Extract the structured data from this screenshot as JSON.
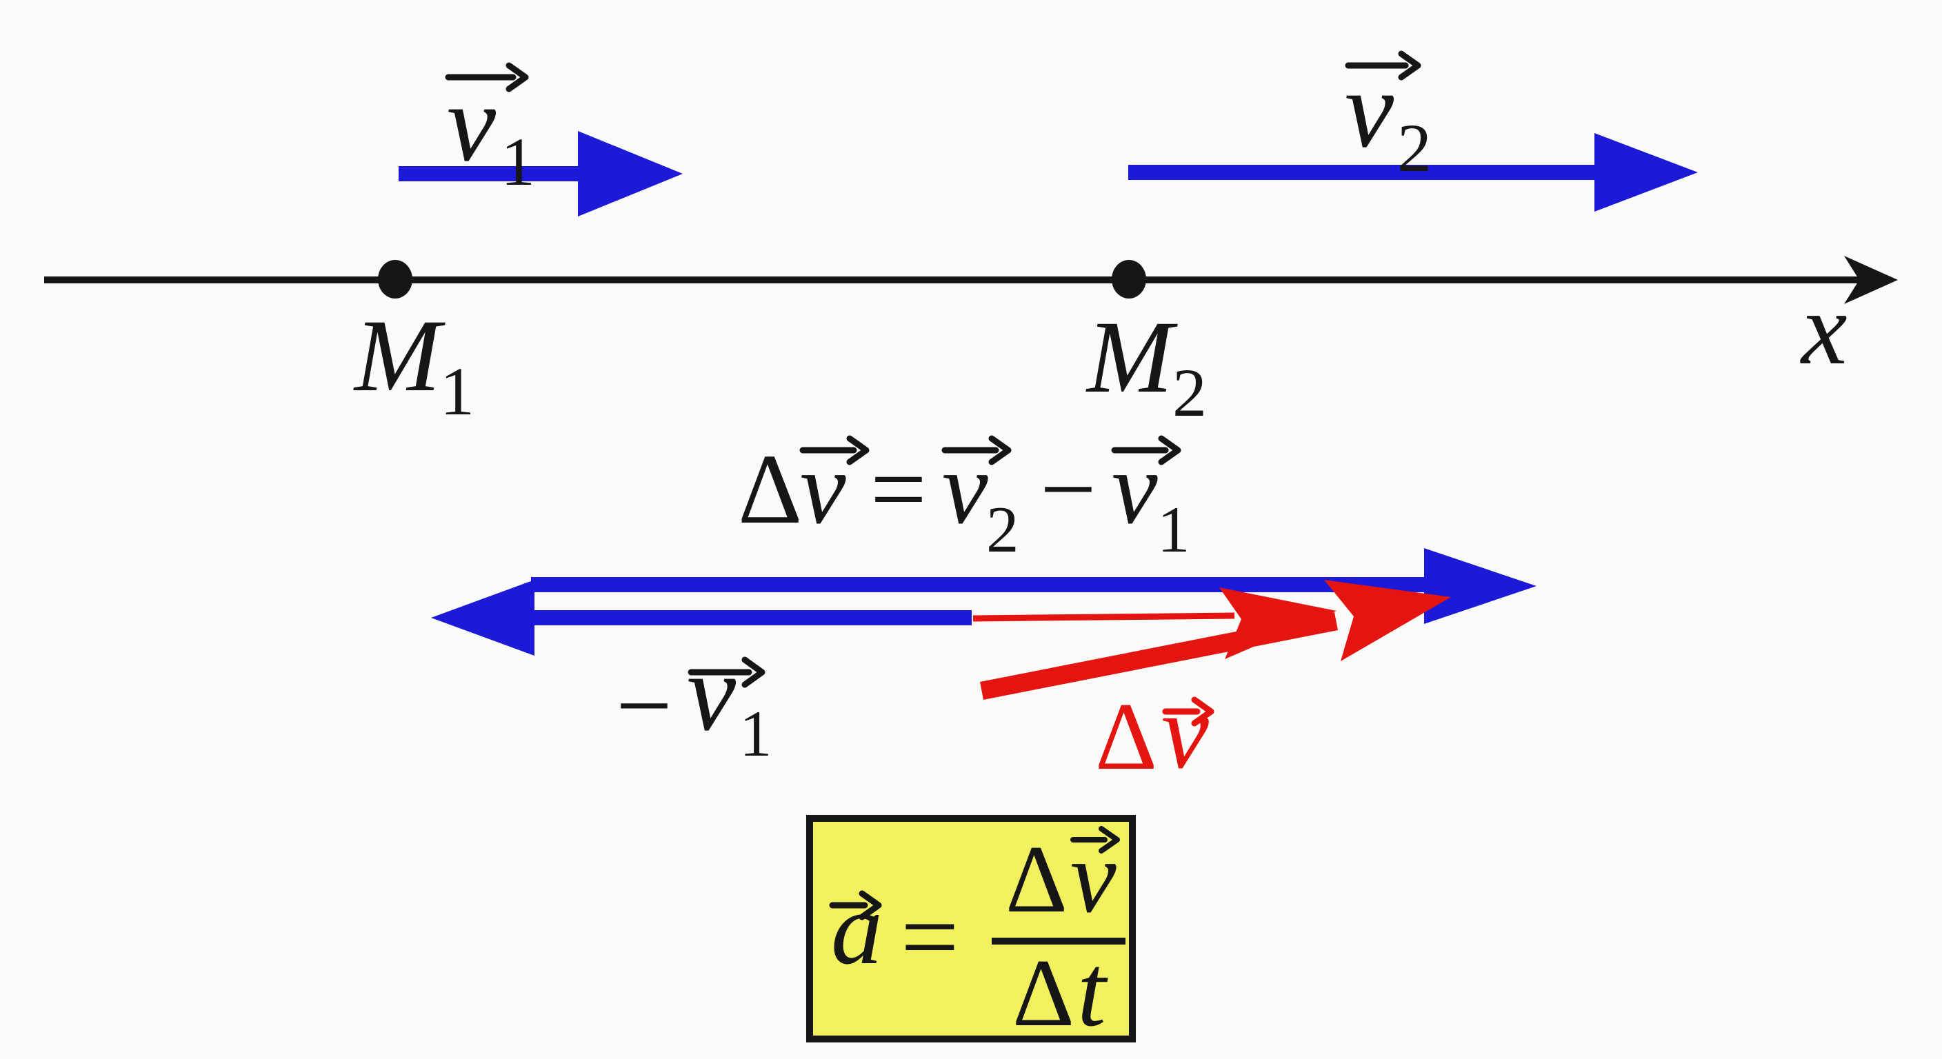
{
  "colors": {
    "background": "#fafaf8",
    "ink": "#161616",
    "blue": "#1d1ad7",
    "red": "#e41511",
    "yellow": "#f3f060"
  },
  "axis": {
    "label": "x"
  },
  "points": {
    "m1": {
      "base": "M",
      "sub": "1"
    },
    "m2": {
      "base": "M",
      "sub": "2"
    }
  },
  "vector_labels": {
    "v1": {
      "base": "v",
      "sub": "1"
    },
    "v2": {
      "base": "v",
      "sub": "2"
    },
    "neg_v1": {
      "minus": "−",
      "base": "v",
      "sub": "1"
    },
    "delta_v": {
      "delta": "Δ",
      "base": "v"
    }
  },
  "equation": {
    "delta": "Δ",
    "v": "v",
    "equals": "=",
    "v2_base": "v",
    "v2_sub": "2",
    "minus": "−",
    "v1_base": "v",
    "v1_sub": "1"
  },
  "formula_box": {
    "a": "a",
    "equals": "=",
    "num_delta": "Δ",
    "num_v": "v",
    "den_delta": "Δ",
    "den_t": "t"
  }
}
